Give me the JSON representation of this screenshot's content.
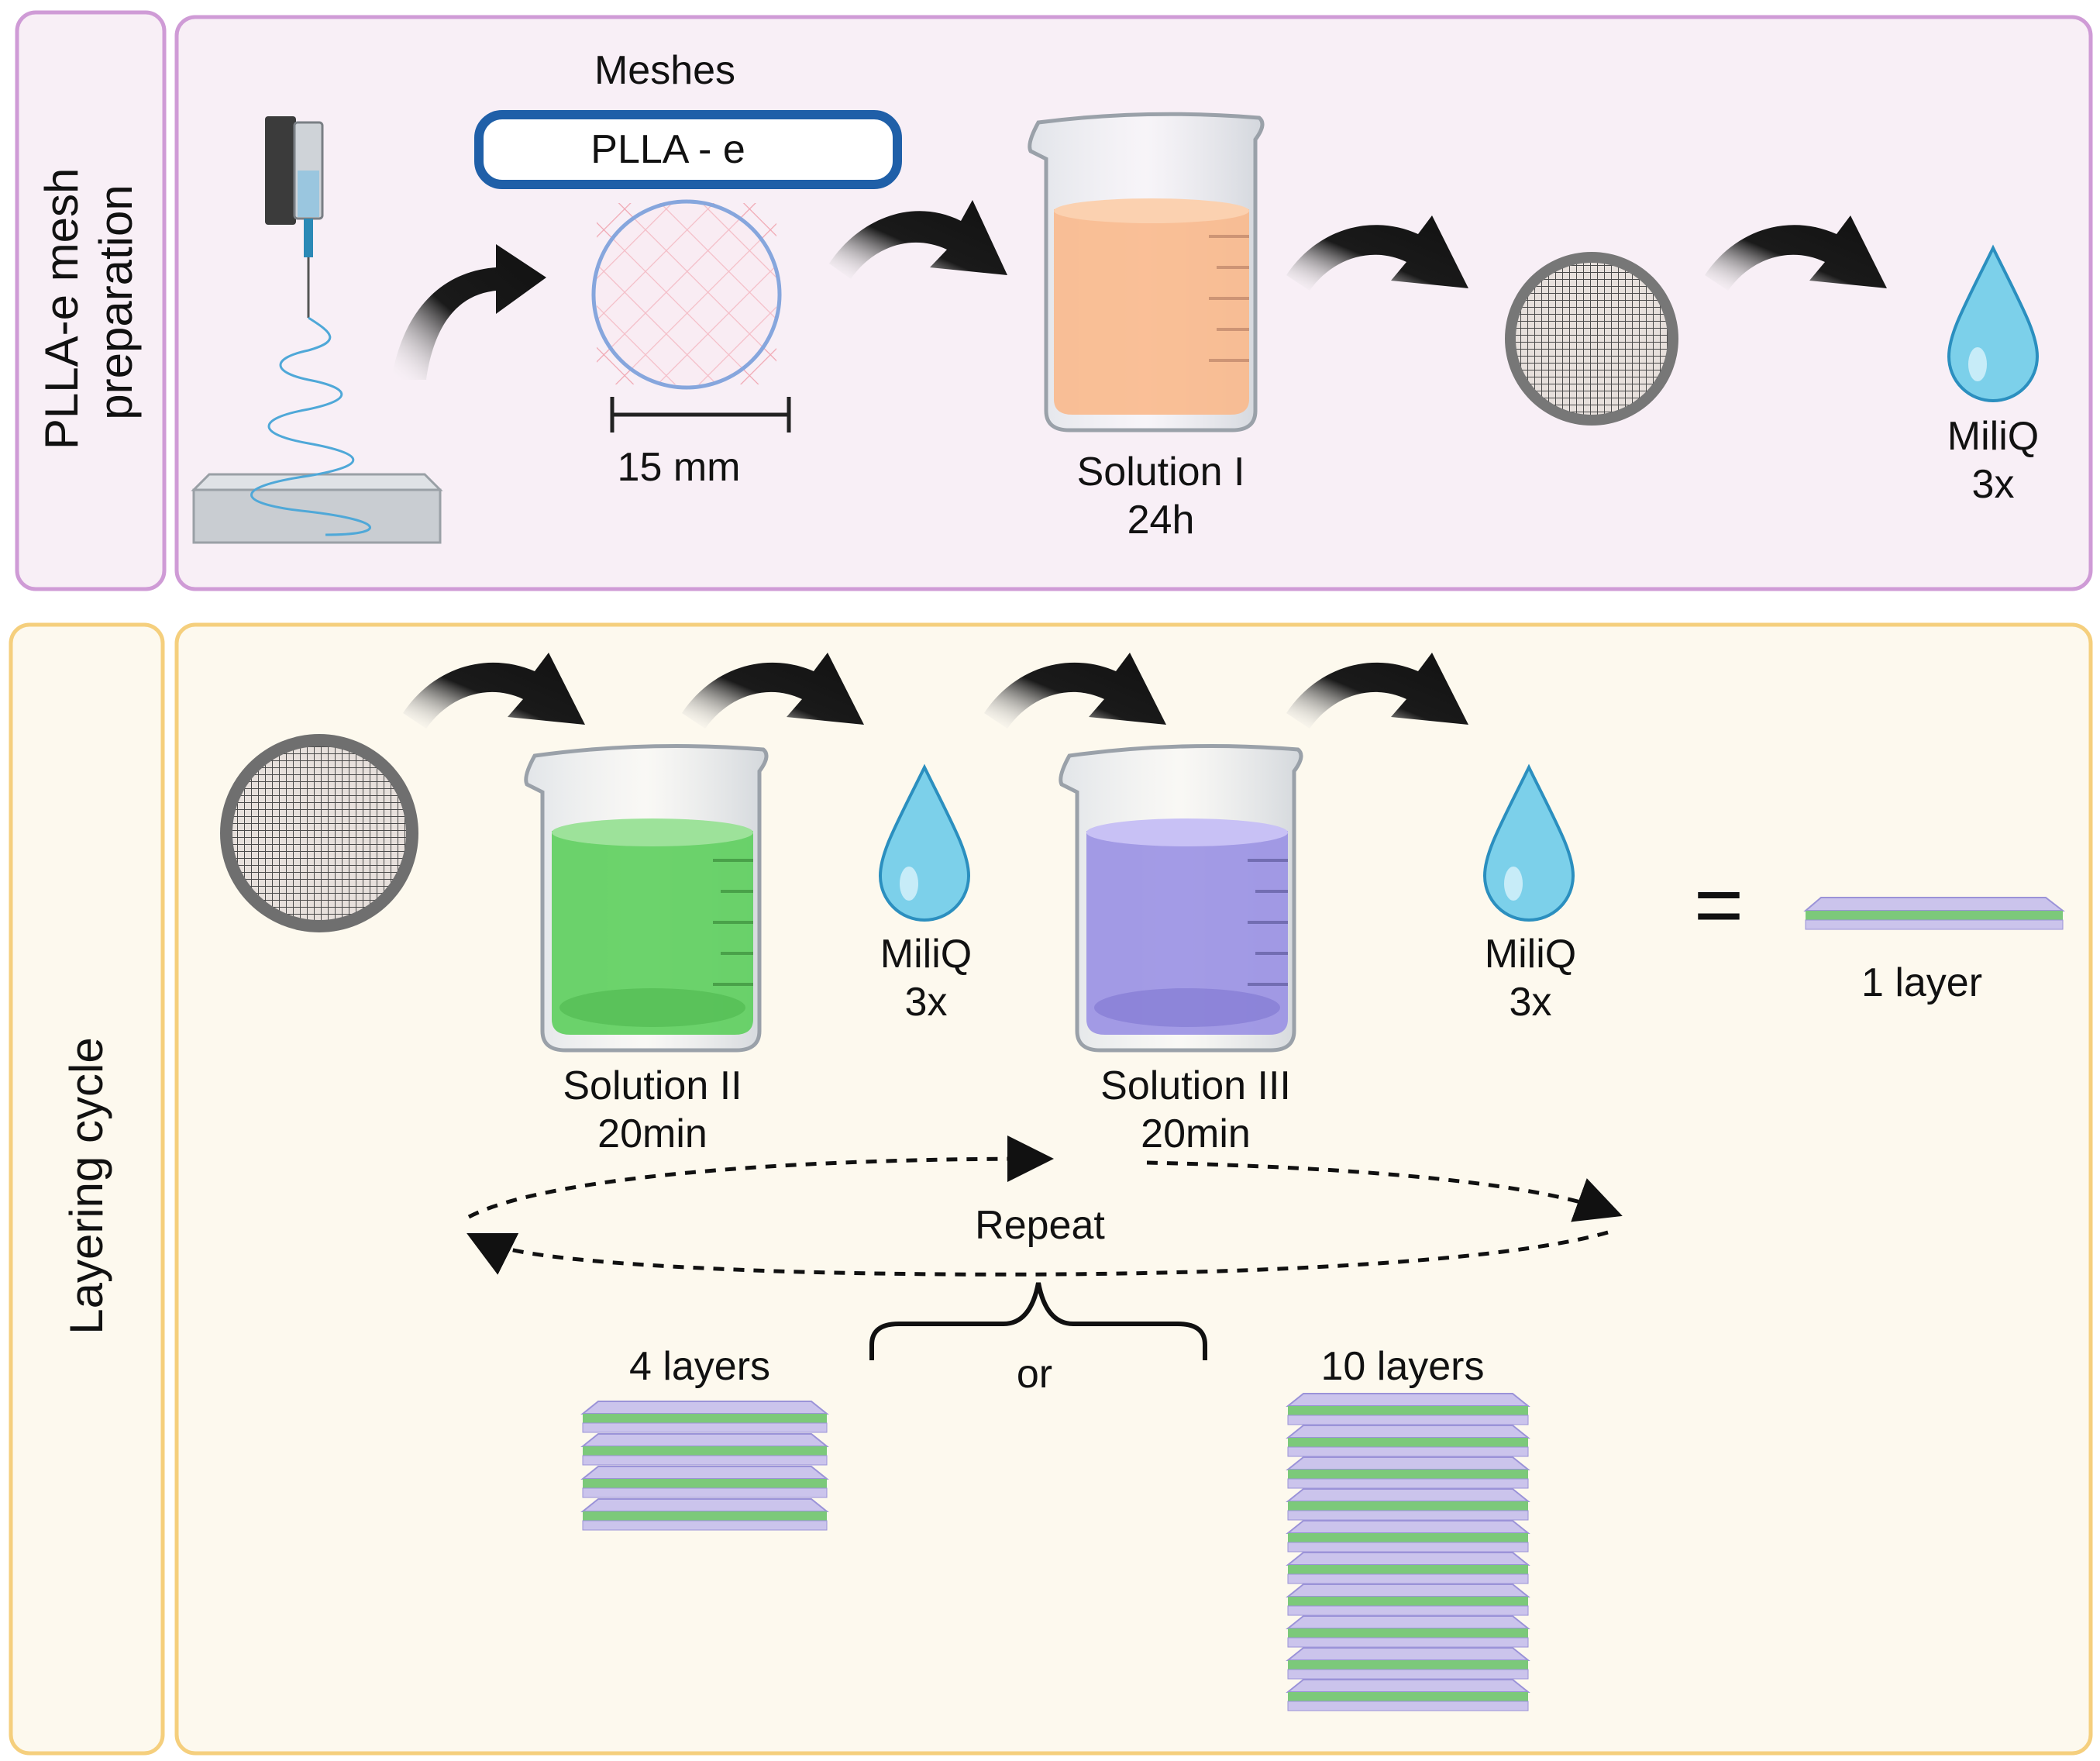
{
  "sections": {
    "prep": {
      "title_line1": "PLLA-e mesh",
      "title_line2": "preparation"
    },
    "cycle": {
      "title": "Layering cycle"
    }
  },
  "prep": {
    "meshes_label": "Meshes",
    "mesh_tag": "PLLA - e",
    "scale_label": "15 mm",
    "solution1": {
      "name": "Solution I",
      "time": "24h"
    },
    "rinse": {
      "name": "MiliQ",
      "times": "3x"
    }
  },
  "cycle": {
    "solution2": {
      "name": "Solution II",
      "time": "20min"
    },
    "rinse1": {
      "name": "MiliQ",
      "times": "3x"
    },
    "solution3": {
      "name": "Solution III",
      "time": "20min"
    },
    "rinse2": {
      "name": "MiliQ",
      "times": "3x"
    },
    "equals": "=",
    "one_layer": "1 layer",
    "repeat": "Repeat",
    "or": "or",
    "four_layers": "4 layers",
    "ten_layers": "10 layers",
    "stack_counts": [
      4,
      10
    ]
  },
  "colors": {
    "prep_border": "#cf9bd6",
    "prep_fill": "#f8eff6",
    "cycle_border": "#f5cf7d",
    "cycle_fill": "#fdf9ee",
    "solution1": "#f9b98c",
    "solution2": "#5fcf5f",
    "solution3": "#9b93e4",
    "water": "#7cd0ea",
    "tag_border": "#1f5fa8",
    "layer_purple": "#cbc4ec",
    "layer_green": "#7cc97a"
  }
}
